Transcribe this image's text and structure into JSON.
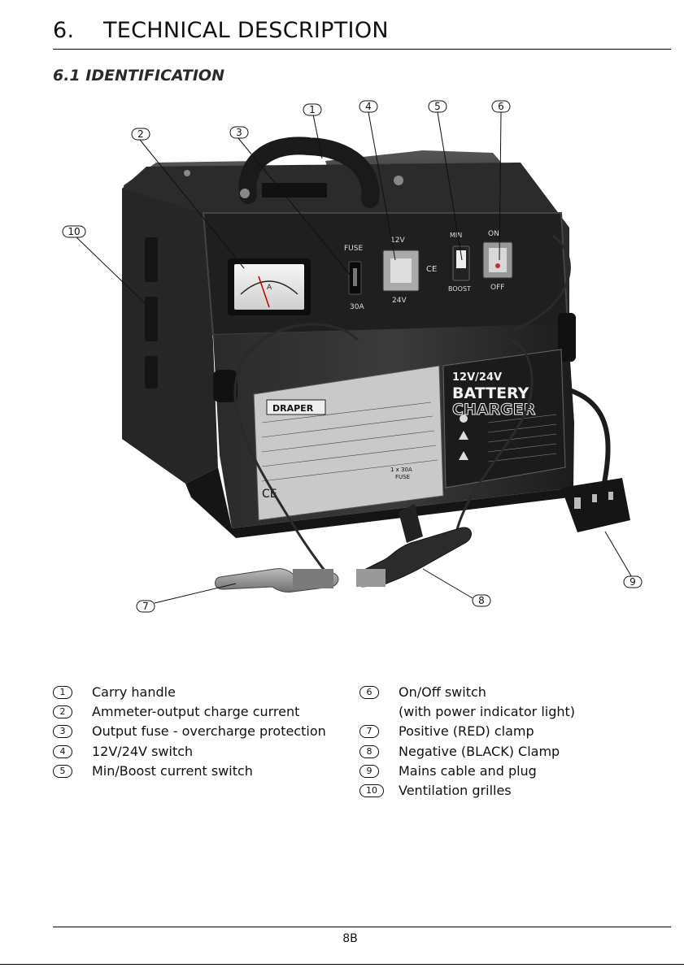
{
  "header": {
    "section_number": "6.",
    "section_title": "TECHNICAL DESCRIPTION",
    "subsection_title": "6.1 IDENTIFICATION"
  },
  "figure": {
    "callouts": [
      "1",
      "2",
      "3",
      "4",
      "5",
      "6",
      "7",
      "8",
      "9",
      "10"
    ],
    "panel": {
      "fuse": "FUSE",
      "fuse_rating": "30A",
      "v12": "12V",
      "v24": "24V",
      "min": "MIN",
      "boost": "BOOST",
      "on": "ON",
      "off": "OFF"
    },
    "label": {
      "volts": "12V/24V",
      "battery": "BATTERY",
      "charger": "CHARGER",
      "brand": "DRAPER",
      "fuse_note": "1 x 30A",
      "fuse_word": "FUSE"
    }
  },
  "legend_left": [
    {
      "num": "1",
      "text": "Carry handle"
    },
    {
      "num": "2",
      "text": "Ammeter-output charge current"
    },
    {
      "num": "3",
      "text": "Output fuse - overcharge protection"
    },
    {
      "num": "4",
      "text": "12V/24V switch"
    },
    {
      "num": "5",
      "text": "Min/Boost current switch"
    }
  ],
  "legend_right": [
    {
      "num": "6",
      "text": "On/Off switch"
    },
    {
      "num": "",
      "text": "(with power indicator light)"
    },
    {
      "num": "7",
      "text": "Positive (RED) clamp"
    },
    {
      "num": "8",
      "text": "Negative (BLACK) Clamp"
    },
    {
      "num": "9",
      "text": "Mains cable and plug"
    },
    {
      "num": "10",
      "text": "Ventilation grilles"
    }
  ],
  "footer": {
    "page_number": "8B"
  }
}
